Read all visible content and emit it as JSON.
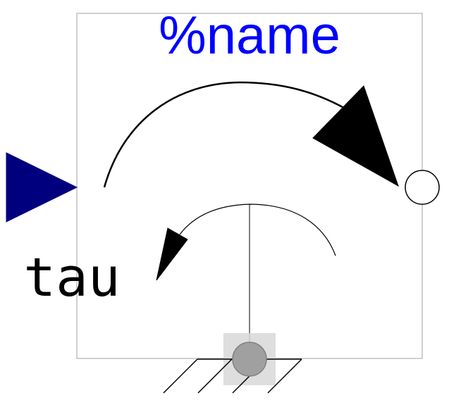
{
  "component": {
    "name_label": "%name",
    "input_label": "tau"
  },
  "colors": {
    "name_text": "#0000ff",
    "input_connector": "#00007f",
    "border": "#c0c0c0",
    "support_circle": "#a0a0a0",
    "support_box": "#d8d8d8"
  },
  "icons": {
    "input_connector": "filled-triangle-right",
    "output_flange": "hollow-circle",
    "torque_arrow": "curved-arrow",
    "reaction_arrow": "curved-arrow",
    "support_flange": "filled-circle",
    "ground": "hatched-ground"
  }
}
